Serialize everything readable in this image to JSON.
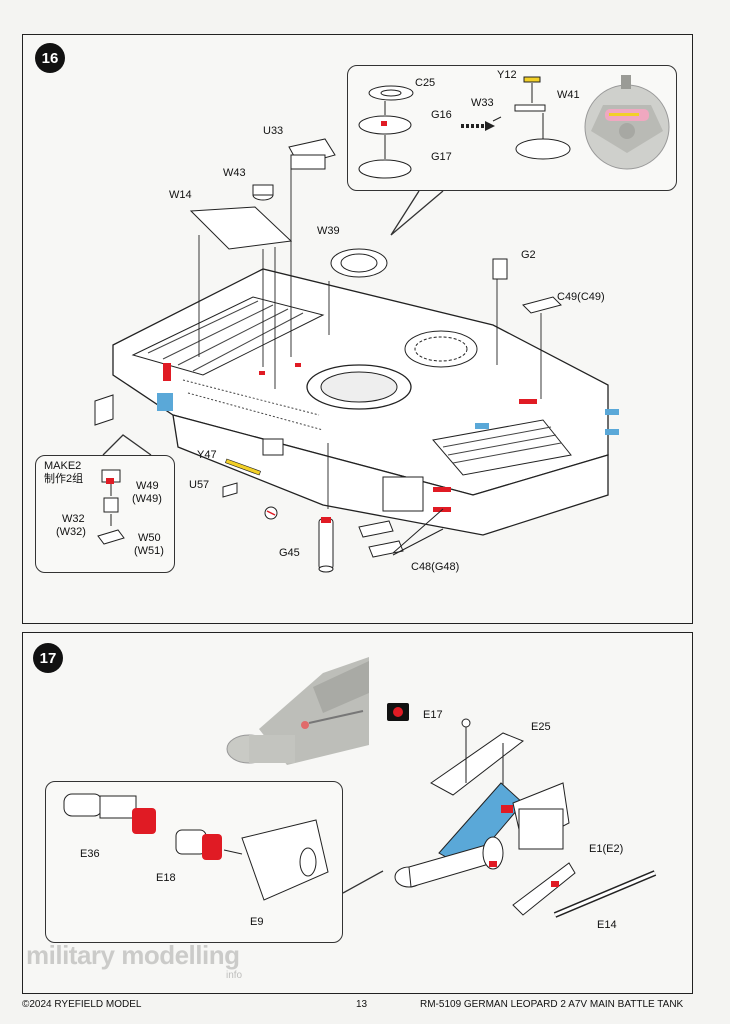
{
  "steps": {
    "s16": {
      "number": "16",
      "labels": {
        "c25": "C25",
        "g16": "G16",
        "g17": "G17",
        "y12": "Y12",
        "w33": "W33",
        "w41": "W41",
        "u33": "U33",
        "w43": "W43",
        "w14": "W14",
        "w39": "W39",
        "g2": "G2",
        "c49": "C49(C49)",
        "y47": "Y47",
        "u57": "U57",
        "g45": "G45",
        "c48": "C48(G48)"
      },
      "make_box": {
        "title": "MAKE2",
        "subtitle": "制作2组",
        "w49": "W49",
        "w49b": "(W49)",
        "w32": "W32",
        "w32b": "(W32)",
        "w50": "W50",
        "w51": "(W51)"
      }
    },
    "s17": {
      "number": "17",
      "labels": {
        "e17": "E17",
        "e25": "E25",
        "e36": "E36",
        "e18": "E18",
        "e9": "E9",
        "e1": "E1(E2)",
        "e14": "E14"
      }
    }
  },
  "footer": {
    "copyright": "©2024 RYEFIELD MODEL",
    "page": "13",
    "title": "RM-5109 GERMAN LEOPARD  2 A7V MAIN BATTLE TANK"
  },
  "watermark": {
    "text": "military modelling",
    "sub": "info"
  },
  "colors": {
    "red": "#e01b24",
    "blue": "#5aa8d8",
    "yellow": "#f2d027",
    "pink": "#f0a8c0",
    "green": "#8bc34a",
    "hull": "#ffffff",
    "line": "#222222"
  }
}
